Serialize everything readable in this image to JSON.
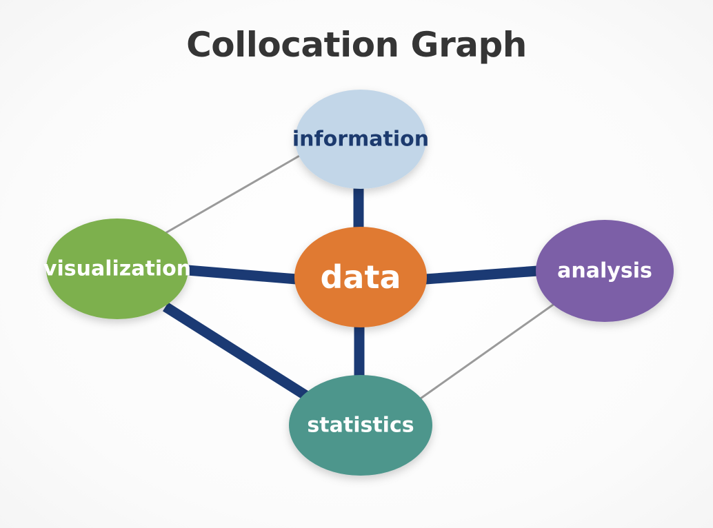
{
  "title": "Collocation Graph",
  "nodes": [
    {
      "id": "information",
      "label": "information",
      "fill": "#c2d6e8",
      "text_color": "#1c3a6e"
    },
    {
      "id": "visualization",
      "label": "visualization",
      "fill": "#7db04e",
      "text_color": "#ffffff"
    },
    {
      "id": "data",
      "label": "data",
      "fill": "#e07a32",
      "text_color": "#ffffff"
    },
    {
      "id": "analysis",
      "label": "analysis",
      "fill": "#7b5ea7",
      "text_color": "#ffffff"
    },
    {
      "id": "statistics",
      "label": "statistics",
      "fill": "#4e968c",
      "text_color": "#ffffff"
    }
  ],
  "edges": [
    {
      "from": "data",
      "to": "information",
      "strength": "strong"
    },
    {
      "from": "data",
      "to": "visualization",
      "strength": "strong"
    },
    {
      "from": "data",
      "to": "analysis",
      "strength": "strong"
    },
    {
      "from": "data",
      "to": "statistics",
      "strength": "strong"
    },
    {
      "from": "visualization",
      "to": "statistics",
      "strength": "strong"
    },
    {
      "from": "visualization",
      "to": "information",
      "strength": "weak"
    },
    {
      "from": "analysis",
      "to": "statistics",
      "strength": "weak"
    }
  ],
  "colors": {
    "strong_edge": "#1b3a74",
    "weak_edge": "#9a9a9a",
    "title": "#353535"
  }
}
